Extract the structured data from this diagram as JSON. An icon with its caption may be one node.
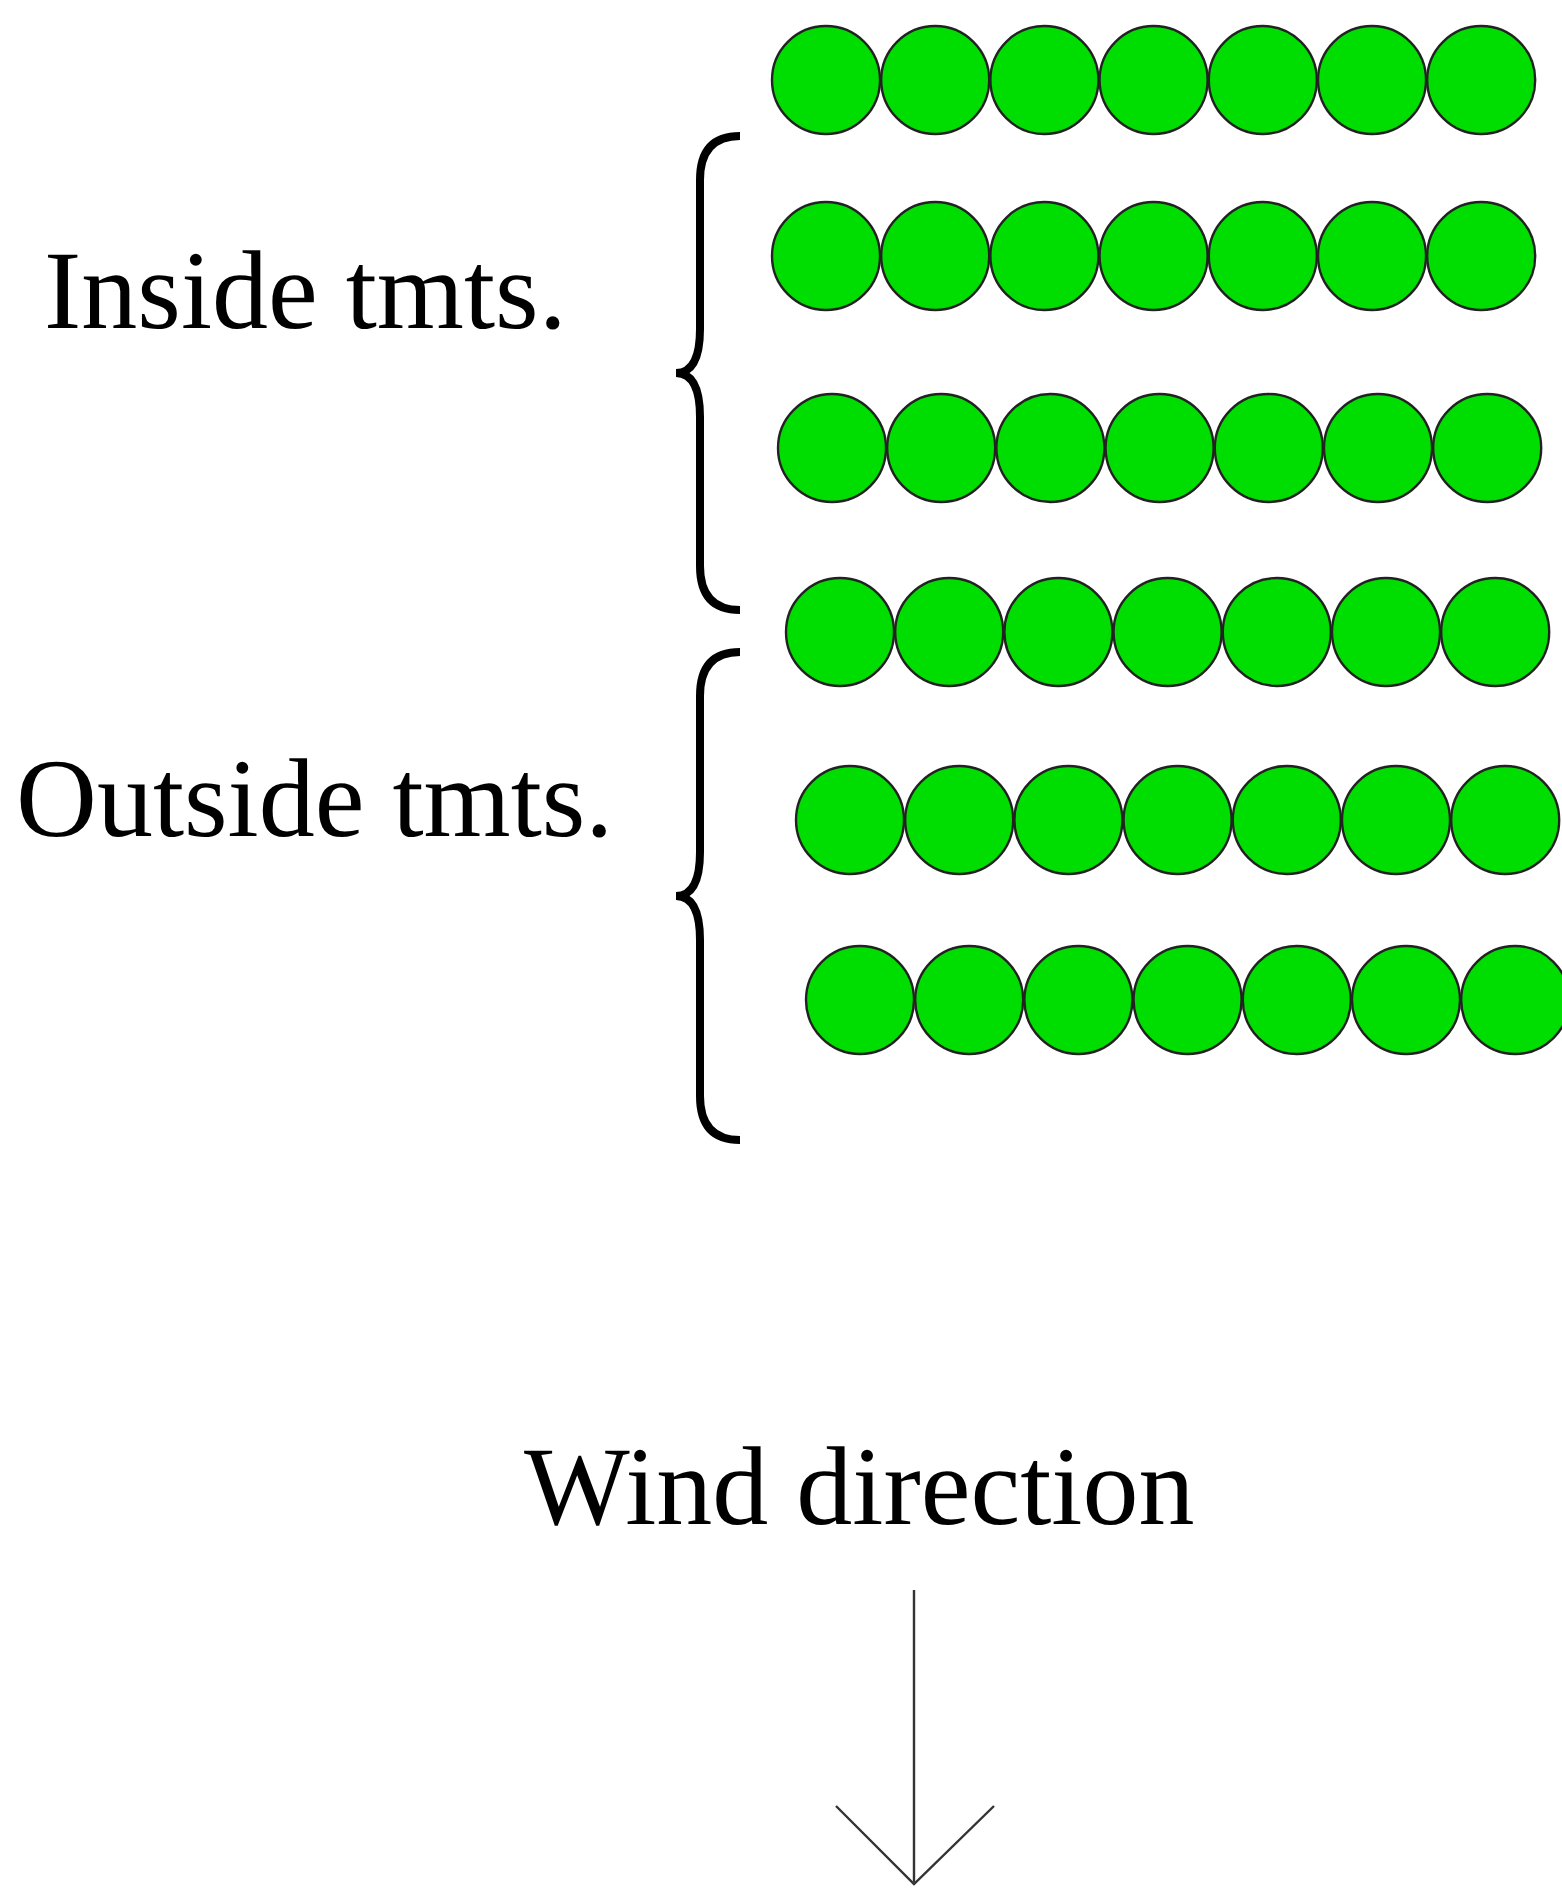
{
  "diagram": {
    "labels": [
      "Inside tmts.",
      "Outside tmts.",
      "Wind direction"
    ]
  }
}
